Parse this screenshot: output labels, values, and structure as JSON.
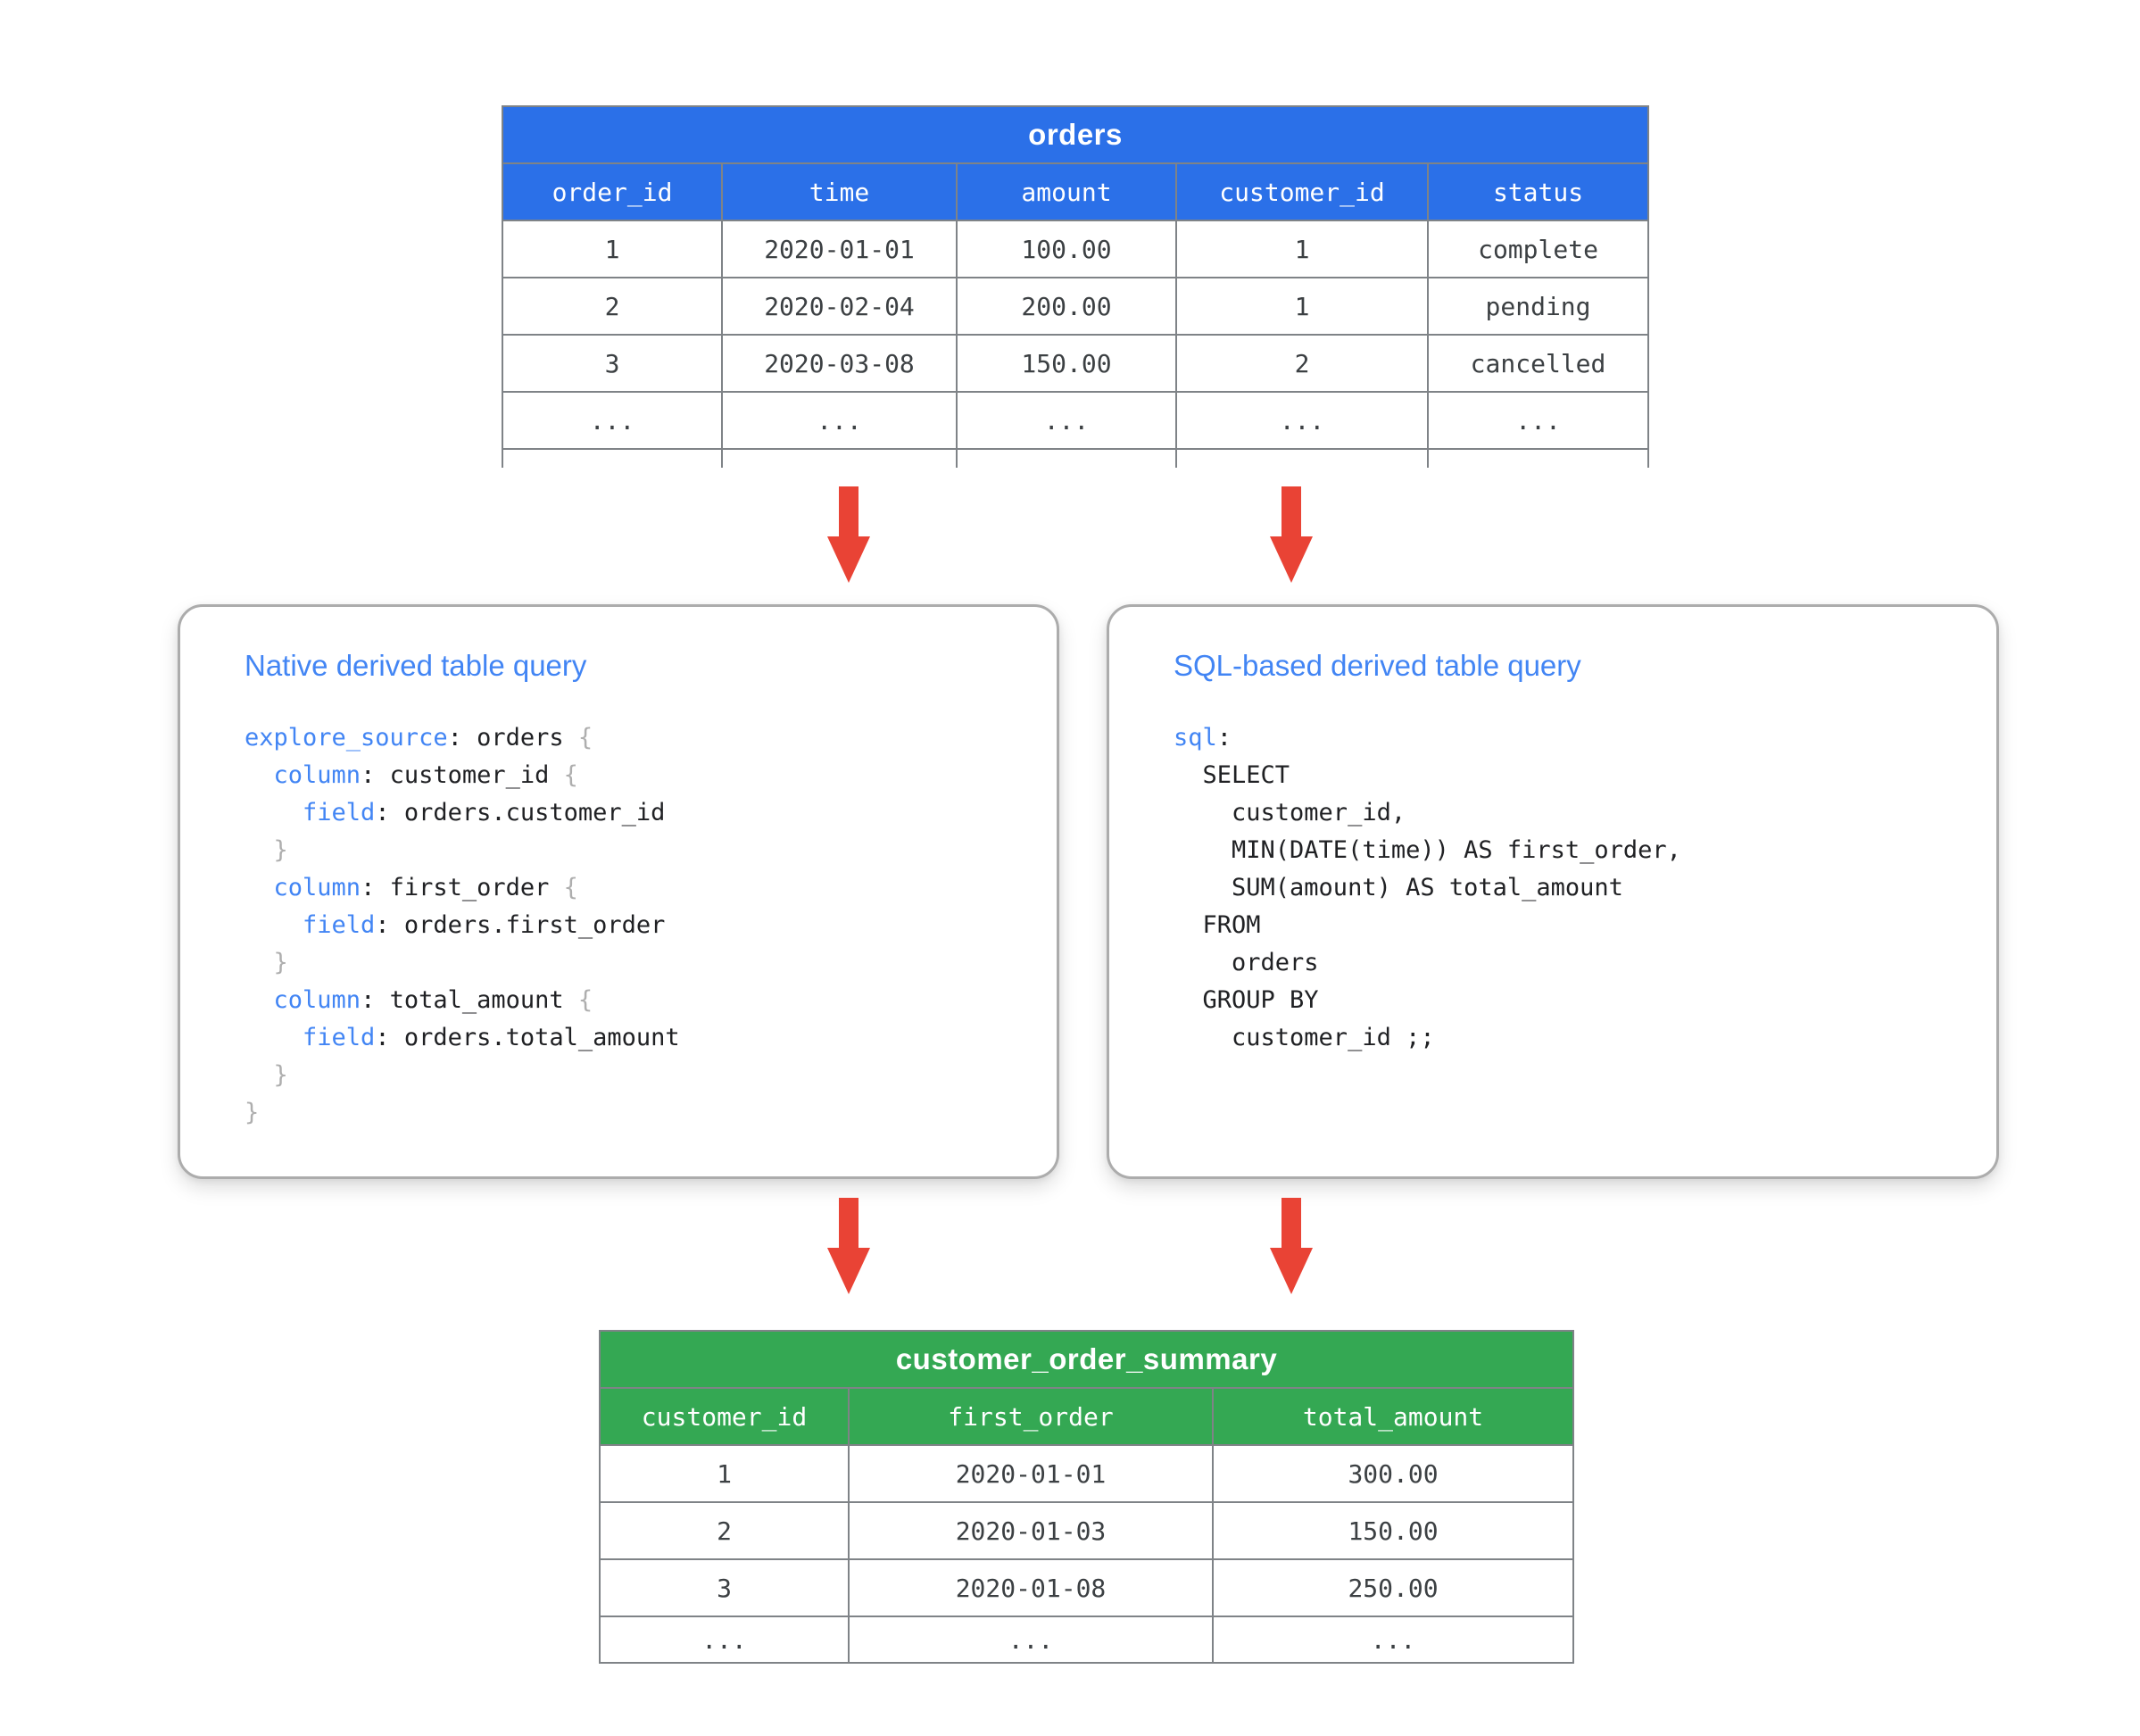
{
  "colors": {
    "table_header_blue": "#2B70E8",
    "table_header_green": "#34A853",
    "arrow_red": "#E94335",
    "accent_blue": "#4285F4",
    "table_border": "#7F8387",
    "box_border": "#ACACAC",
    "code_text": "#202124",
    "table_text": "#3C4043",
    "brace_gray": "#AEAEAE",
    "background": "#FFFFFF"
  },
  "orders_table": {
    "title": "orders",
    "columns": [
      "order_id",
      "time",
      "amount",
      "customer_id",
      "status"
    ],
    "rows": [
      [
        "1",
        "2020-01-01",
        "100.00",
        "1",
        "complete"
      ],
      [
        "2",
        "2020-02-04",
        "200.00",
        "1",
        "pending"
      ],
      [
        "3",
        "2020-03-08",
        "150.00",
        "2",
        "cancelled"
      ],
      [
        "...",
        "...",
        "...",
        "...",
        "..."
      ]
    ],
    "truncated": true
  },
  "native_box": {
    "title": "Native derived table query",
    "code": [
      [
        [
          "kw",
          "explore_source"
        ],
        [
          "pl",
          ": orders "
        ],
        [
          "br",
          "{"
        ]
      ],
      [
        [
          "pl",
          "  "
        ],
        [
          "kw",
          "column"
        ],
        [
          "pl",
          ": customer_id "
        ],
        [
          "br",
          "{"
        ]
      ],
      [
        [
          "pl",
          "    "
        ],
        [
          "kw",
          "field"
        ],
        [
          "pl",
          ": orders.customer_id"
        ]
      ],
      [
        [
          "pl",
          "  "
        ],
        [
          "br",
          "}"
        ]
      ],
      [
        [
          "pl",
          "  "
        ],
        [
          "kw",
          "column"
        ],
        [
          "pl",
          ": first_order "
        ],
        [
          "br",
          "{"
        ]
      ],
      [
        [
          "pl",
          "    "
        ],
        [
          "kw",
          "field"
        ],
        [
          "pl",
          ": orders.first_order"
        ]
      ],
      [
        [
          "pl",
          "  "
        ],
        [
          "br",
          "}"
        ]
      ],
      [
        [
          "pl",
          "  "
        ],
        [
          "kw",
          "column"
        ],
        [
          "pl",
          ": total_amount "
        ],
        [
          "br",
          "{"
        ]
      ],
      [
        [
          "pl",
          "    "
        ],
        [
          "kw",
          "field"
        ],
        [
          "pl",
          ": orders.total_amount"
        ]
      ],
      [
        [
          "pl",
          "  "
        ],
        [
          "br",
          "}"
        ]
      ],
      [
        [
          "br",
          "}"
        ]
      ]
    ]
  },
  "sql_box": {
    "title": "SQL-based derived table query",
    "code": [
      [
        [
          "kw",
          "sql"
        ],
        [
          "pl",
          ":"
        ]
      ],
      [
        [
          "pl",
          "  SELECT"
        ]
      ],
      [
        [
          "pl",
          "    customer_id,"
        ]
      ],
      [
        [
          "pl",
          "    MIN(DATE(time)) AS first_order,"
        ]
      ],
      [
        [
          "pl",
          "    SUM(amount) AS total_amount"
        ]
      ],
      [
        [
          "pl",
          "  FROM"
        ]
      ],
      [
        [
          "pl",
          "    orders"
        ]
      ],
      [
        [
          "pl",
          "  GROUP BY"
        ]
      ],
      [
        [
          "pl",
          "    customer_id ;;"
        ]
      ]
    ]
  },
  "summary_table": {
    "title": "customer_order_summary",
    "columns": [
      "customer_id",
      "first_order",
      "total_amount"
    ],
    "rows": [
      [
        "1",
        "2020-01-01",
        "300.00"
      ],
      [
        "2",
        "2020-01-03",
        "150.00"
      ],
      [
        "3",
        "2020-01-08",
        "250.00"
      ],
      [
        "...",
        "...",
        "..."
      ]
    ]
  }
}
